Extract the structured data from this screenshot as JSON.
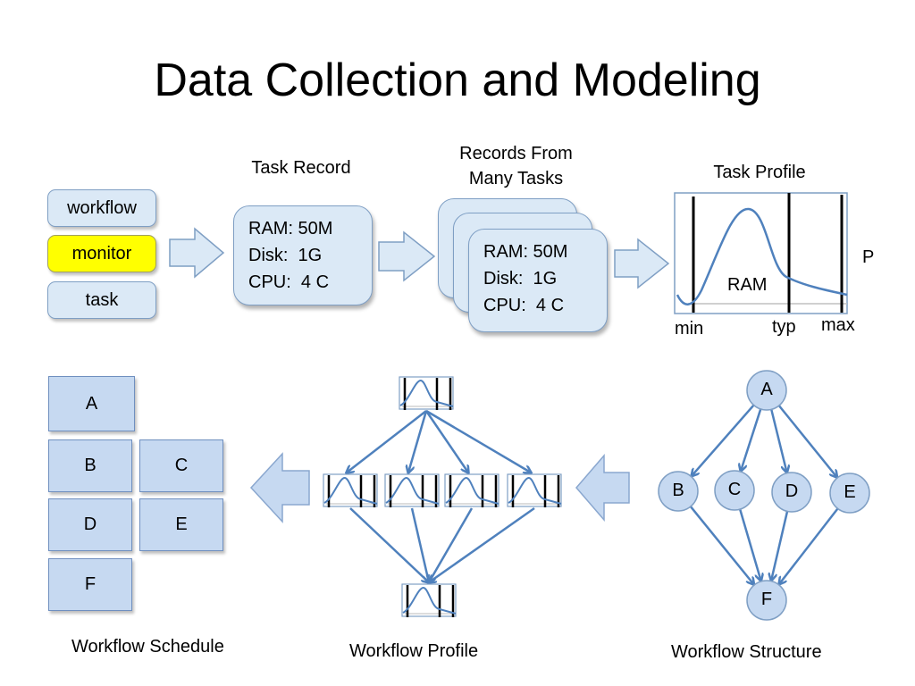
{
  "slide": {
    "title": "Data Collection and Modeling"
  },
  "top_row": {
    "sources": [
      {
        "label": "workflow",
        "highlighted": false
      },
      {
        "label": "monitor",
        "highlighted": true
      },
      {
        "label": "task",
        "highlighted": false
      }
    ],
    "task_record": {
      "heading": "Task Record",
      "lines": [
        "RAM: 50M",
        "Disk:  1G",
        "CPU:  4 C"
      ]
    },
    "many_records": {
      "heading_line1": "Records From",
      "heading_line2": "Many Tasks",
      "lines": [
        "RAM: 50M",
        "Disk:  1G",
        "CPU:  4 C"
      ]
    },
    "task_profile": {
      "heading": "Task Profile",
      "curve_label": "RAM",
      "y_label": "P",
      "markers": [
        "min",
        "typ",
        "max"
      ]
    }
  },
  "bottom_row": {
    "schedule": {
      "caption": "Workflow Schedule",
      "slots": [
        "A",
        "B",
        "C",
        "D",
        "E",
        "F"
      ]
    },
    "profile": {
      "caption": "Workflow Profile"
    },
    "structure": {
      "caption": "Workflow Structure",
      "nodes": [
        "A",
        "B",
        "C",
        "D",
        "E",
        "F"
      ],
      "edges": [
        [
          "A",
          "B"
        ],
        [
          "A",
          "C"
        ],
        [
          "A",
          "D"
        ],
        [
          "A",
          "E"
        ],
        [
          "B",
          "F"
        ],
        [
          "C",
          "F"
        ],
        [
          "D",
          "F"
        ],
        [
          "E",
          "F"
        ]
      ]
    }
  },
  "colors": {
    "box_fill": "#dbe9f6",
    "box_stroke": "#7f9fc4",
    "node_fill": "#c6d9f1",
    "edge_color": "#4f81bd",
    "highlight": "#ffff00"
  }
}
